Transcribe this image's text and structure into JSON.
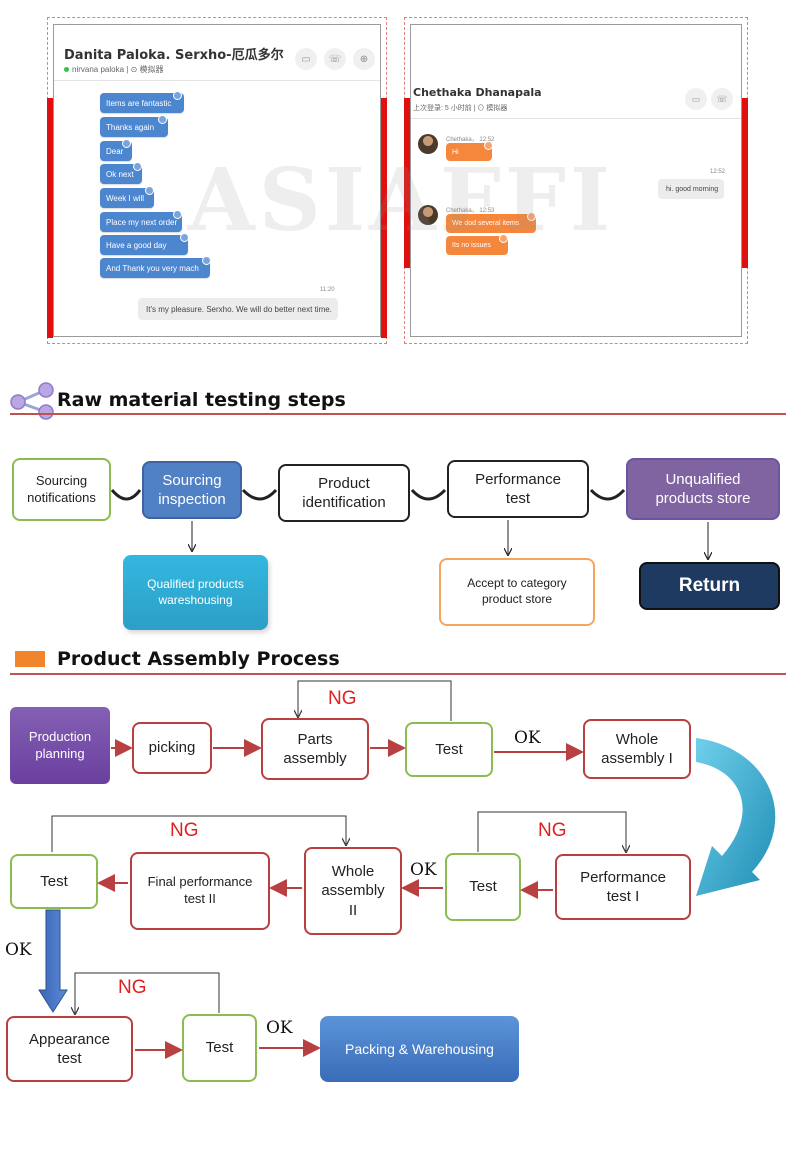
{
  "chat_left": {
    "name": "Danita Paloka. Serxho-厄瓜多尔",
    "status": "nirvana paloka",
    "status_extra": "| ⊙ 模拟器",
    "messages": [
      "Items are fantastic",
      "Thanks again",
      "Dear",
      "Ok next",
      "Week I will",
      "Place my next order",
      "Have a good day",
      "And Thank you very mach"
    ],
    "reply_time": "11:20",
    "reply": "It's my pleasure. Serxho. We will do better next time."
  },
  "chat_right": {
    "name": "Chethaka Dhanapala",
    "status": "上次登录: 5 小时前 | ⊙ 模拟器",
    "msg1_meta": "Chethaka， 12:52",
    "msg1": "Hi",
    "reply_time": "12:52",
    "reply": "hi. good morning",
    "msg2_meta": "Chethaka， 12:53",
    "msg2": "We dod several items",
    "msg3": "Its no issues"
  },
  "watermark": "ASIAFFI",
  "section1": {
    "title": "Raw material testing steps",
    "boxes": {
      "sourcing_notifications": "Sourcing notifications",
      "sourcing_inspection": "Sourcing inspection",
      "product_identification": "Product identification",
      "performance_test": "Performance test",
      "unqualified_store": "Unqualified products store",
      "qualified_warehousing": "Qualified products wareshousing",
      "accept_category": "Accept to category product store",
      "return": "Return"
    }
  },
  "section2": {
    "title": "Product Assembly Process",
    "boxes": {
      "production_planning": "Production planning",
      "picking": "picking",
      "parts_assembly": "Parts assembly",
      "test1": "Test",
      "whole_assembly_1": "Whole assembly I",
      "performance_test_1": "Performance test I",
      "test2": "Test",
      "whole_assembly_2": "Whole assembly II",
      "final_performance_test_2": "Final performance test II",
      "test3": "Test",
      "appearance_test": "Appearance test",
      "test4": "Test",
      "packing": "Packing & Warehousing"
    },
    "labels": {
      "ng": "NG",
      "ok": "OK"
    }
  },
  "colors": {
    "accent_red": "#e01010",
    "section_line": "#c0524f",
    "flow_arrow": "#b84040",
    "big_arrow": "#2ea7c8"
  }
}
